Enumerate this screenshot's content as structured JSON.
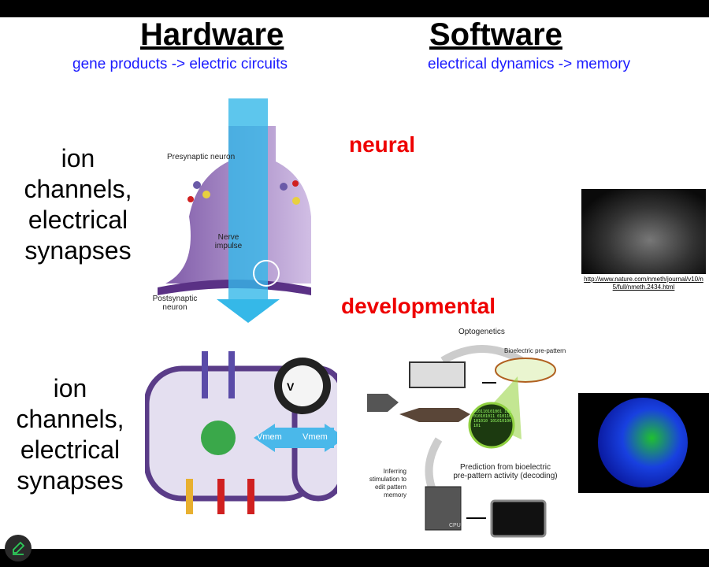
{
  "slide": {
    "hardware_title": "Hardware",
    "hardware_subtitle": "gene products -> electric circuits",
    "software_title": "Software",
    "software_subtitle": "electrical dynamics -> memory",
    "row1_label": "ion channels, electrical synapses",
    "row2_label": "ion channels, electrical synapses",
    "neural_label": "neural",
    "developmental_label": "developmental",
    "synapse_diagram": {
      "presynaptic": "Presynaptic neuron",
      "impulse": "Nerve impulse",
      "postsynaptic": "Postsynaptic neuron"
    },
    "cell_diagram": {
      "meter": "V",
      "vmem1": "Vmem",
      "vmem2": "Vmem"
    },
    "brain_image_link": "http://www.nature.com/nmeth/journal/v10/n5/full/nmeth.2434.html",
    "optogenetics_diagram": {
      "optogenetics": "Optogenetics",
      "prepattern": "Bioelectric pre-pattern",
      "prediction": "Prediction from bioelectric pre-pattern activity (decoding)",
      "inferring": "Inferring stimulation to edit pattern memory",
      "cpu": "CPU",
      "binary": "010110101001 100010101011 010110101010 101010100101"
    }
  },
  "colors": {
    "accent_blue": "#1a1aff",
    "accent_red": "#e00000",
    "edit_green": "#2ecc5a"
  }
}
